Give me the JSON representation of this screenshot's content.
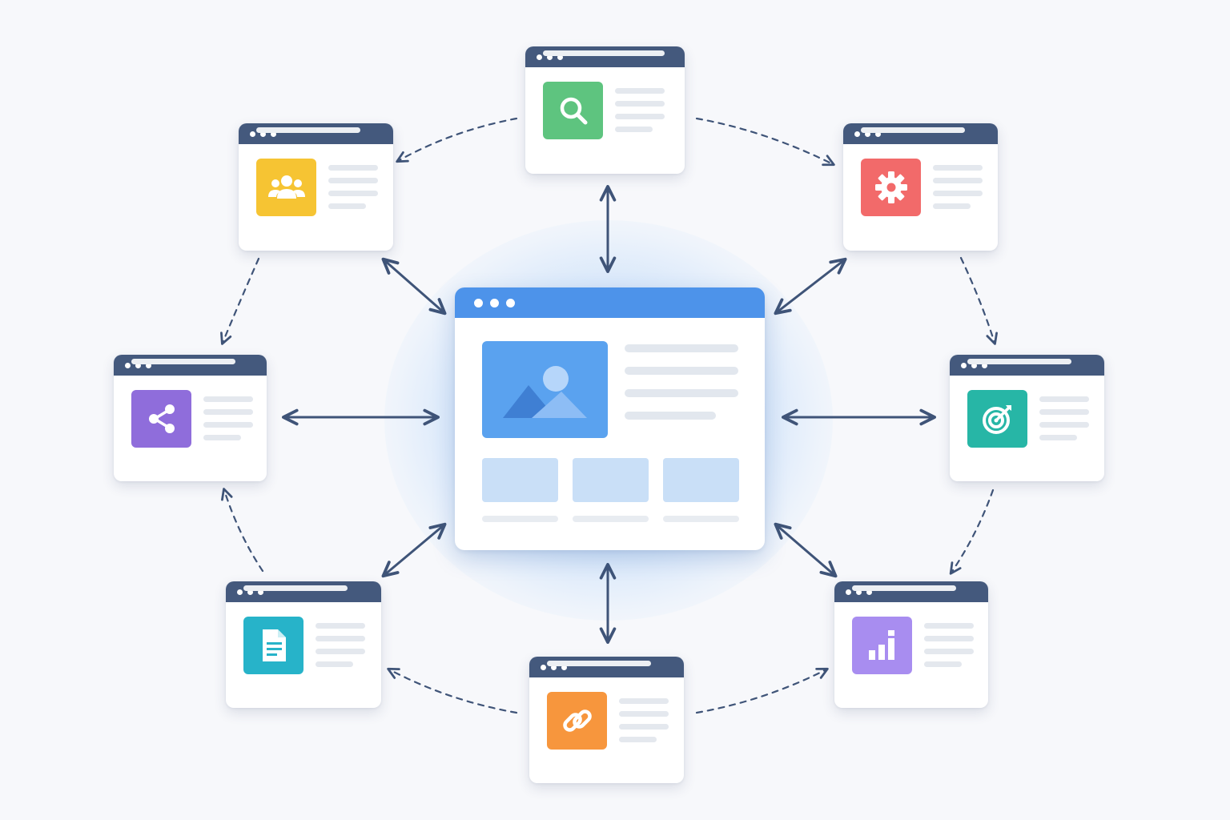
{
  "colors": {
    "background": "#f7f8fb",
    "titlebar": "#44597d",
    "main_titlebar": "#4d93ea",
    "arrow": "#3f5478",
    "search_tile": "#5ec47f",
    "users_tile": "#f6c433",
    "settings_tile": "#f26a6a",
    "share_tile": "#8f6ddb",
    "target_tile": "#27b6a6",
    "document_tile": "#27b3c9",
    "link_tile": "#f7963d",
    "analytics_tile": "#a88df0",
    "image_tile": "#5aa2ef"
  },
  "center": {
    "icon": "image-icon"
  },
  "nodes": [
    {
      "id": "search",
      "icon": "search-icon"
    },
    {
      "id": "users",
      "icon": "users-icon"
    },
    {
      "id": "settings",
      "icon": "gear-icon"
    },
    {
      "id": "share",
      "icon": "share-icon"
    },
    {
      "id": "target",
      "icon": "target-icon"
    },
    {
      "id": "document",
      "icon": "document-icon"
    },
    {
      "id": "link",
      "icon": "link-icon"
    },
    {
      "id": "analytics",
      "icon": "bar-chart-icon"
    }
  ],
  "connections": {
    "bidirectional_to_center": [
      "search",
      "users",
      "settings",
      "share",
      "target",
      "document",
      "link",
      "analytics"
    ],
    "dashed_cycle": [
      {
        "from": "search",
        "to": "users"
      },
      {
        "from": "search",
        "to": "settings"
      },
      {
        "from": "users",
        "to": "share"
      },
      {
        "from": "settings",
        "to": "target"
      },
      {
        "from": "document",
        "to": "share"
      },
      {
        "from": "target",
        "to": "analytics"
      },
      {
        "from": "link",
        "to": "document"
      },
      {
        "from": "link",
        "to": "analytics"
      }
    ]
  }
}
